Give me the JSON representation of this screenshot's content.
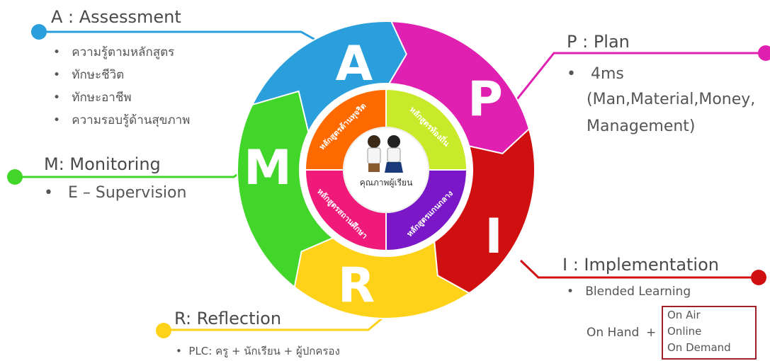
{
  "colors": {
    "assessment": "#2a9fdc",
    "plan": "#e020b0",
    "implementation": "#d01010",
    "reflection": "#ffd21a",
    "monitoring": "#43d62a",
    "inner_orange": "#ff6a00",
    "inner_lime": "#c8ea2a",
    "inner_purple": "#7a18c8",
    "inner_magenta": "#f01a7a"
  },
  "letters": {
    "a": "A",
    "p": "P",
    "i": "I",
    "r": "R",
    "m": "M"
  },
  "center": {
    "label": "คุณภาพผู้เรียน"
  },
  "inner_ring": [
    "หลักสูตรสถานศึกษา",
    "หลักสูตรท้องถิ่น",
    "หลักสูตรแกนกลาง",
    "หลักสูตรต้านทุจริต"
  ],
  "assessment": {
    "title": "A : Assessment",
    "items": [
      "ความรู้ตามหลักสูตร",
      "ทักษะชีวิต",
      "ทักษะอาชีพ",
      "ความรอบรู้ด้านสุขภาพ"
    ]
  },
  "plan": {
    "title": "P : Plan",
    "item": "4ms",
    "detail_1": "(Man,Material,Money,",
    "detail_2": "Management)"
  },
  "monitoring": {
    "title": "M: Monitoring",
    "item": "E – Supervision"
  },
  "implementation": {
    "title": "I : Implementation",
    "item": "Blended Learning",
    "on_hand": "On Hand",
    "plus": "+",
    "modes": [
      "On Air",
      "Online",
      "On Demand"
    ]
  },
  "reflection": {
    "title": "R: Reflection",
    "item": "PLC: ครู + นักเรียน + ผู้ปกครอง"
  },
  "bullet": "•"
}
